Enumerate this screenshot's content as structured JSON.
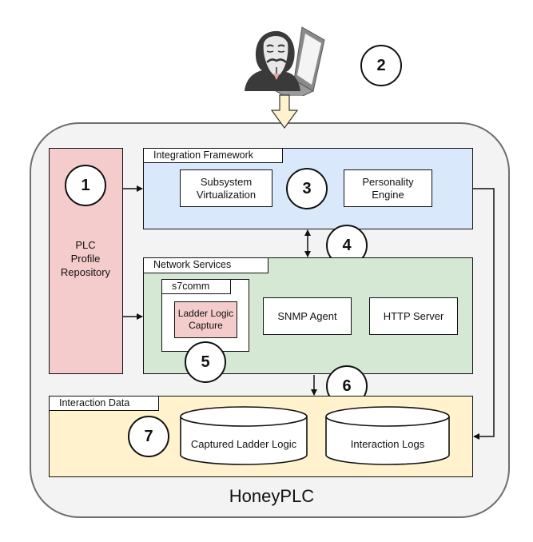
{
  "diagram": {
    "system_label": "HoneyPLC",
    "repository": {
      "label_lines": [
        "PLC",
        "Profile",
        "Repository"
      ],
      "number": "1"
    },
    "attacker": {
      "icon": "hacker-with-laptop-icon",
      "number": "2"
    },
    "integration_framework": {
      "title": "Integration Framework",
      "number": "3",
      "components": [
        {
          "label_lines": [
            "Subsystem",
            "Virtualization"
          ]
        },
        {
          "label_lines": [
            "Personality",
            "Engine"
          ]
        }
      ]
    },
    "link_4": {
      "number": "4"
    },
    "network_services": {
      "title": "Network Services",
      "s7comm": {
        "title": "s7comm",
        "capture_lines": [
          "Ladder Logic",
          "Capture"
        ],
        "number": "5"
      },
      "components": [
        {
          "label": "SNMP Agent"
        },
        {
          "label": "HTTP Server"
        }
      ]
    },
    "link_6": {
      "number": "6"
    },
    "interaction_data": {
      "title": "Interaction Data",
      "number": "7",
      "stores": [
        {
          "label": "Captured Ladder Logic"
        },
        {
          "label": "Interaction Logs"
        }
      ]
    },
    "colors": {
      "repository_fill": "#f4cccc",
      "integration_fill": "#dae8fc",
      "network_fill": "#d5e8d4",
      "interaction_fill": "#fff2cc",
      "capture_fill": "#f4cccc",
      "entry_arrow_fill": "#fff2cc",
      "outer_fill": "#f3f3f3"
    }
  }
}
